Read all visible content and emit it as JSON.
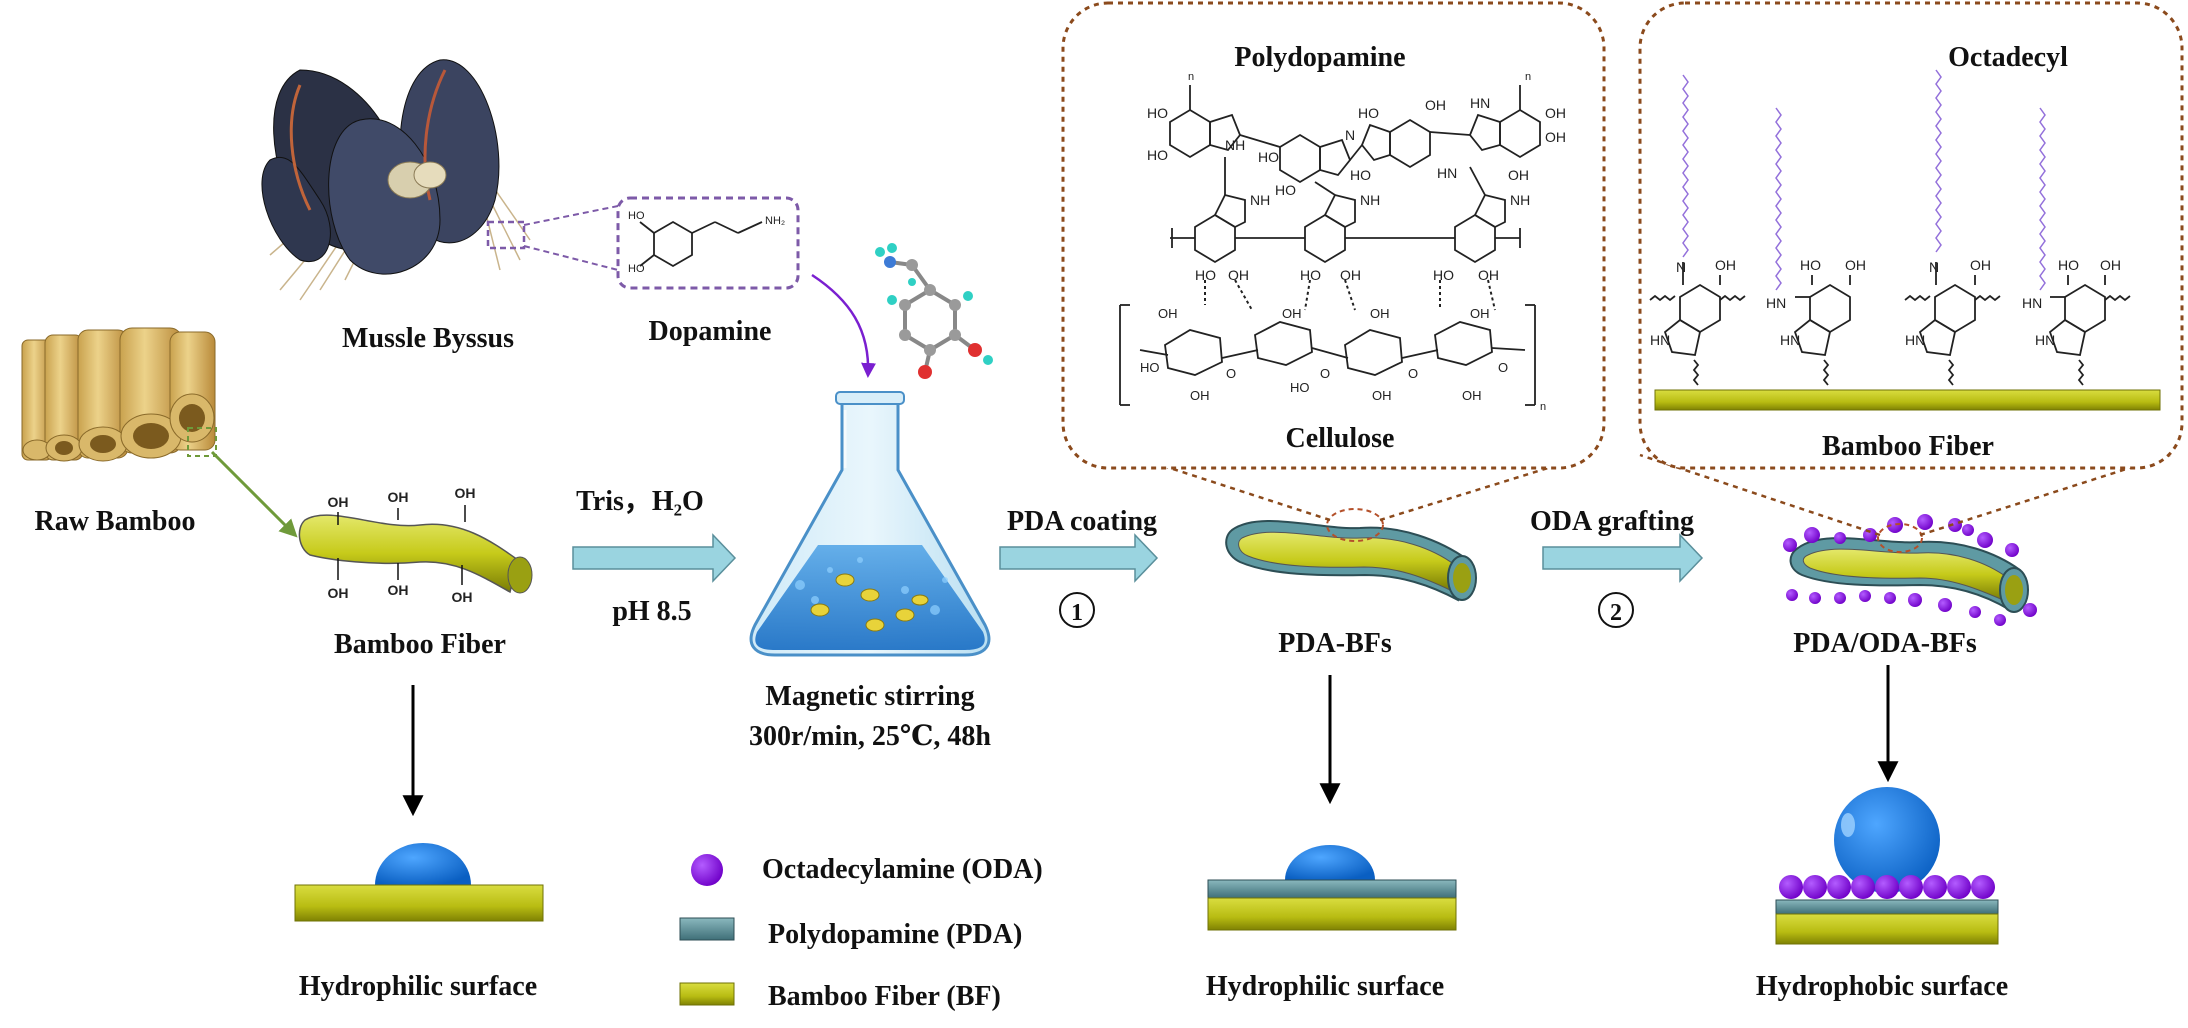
{
  "labels": {
    "raw_bamboo": "Raw Bamboo",
    "mussle_byssus": "Mussle Byssus",
    "dopamine": "Dopamine",
    "bamboo_fiber": "Bamboo Fiber",
    "tris_h2o": "Tris，H₂O",
    "ph": "pH 8.5",
    "magnetic_stirring": "Magnetic stirring",
    "stirring_conditions": "300r/min, 25℃, 48h",
    "pda_coating": "PDA coating",
    "step1": "1",
    "pda_bfs": "PDA-BFs",
    "oda_grafting": "ODA grafting",
    "step2": "2",
    "pda_oda_bfs": "PDA/ODA-BFs",
    "polydopamine": "Polydopamine",
    "cellulose": "Cellulose",
    "octadecyl": "Octadecyl",
    "bamboo_fiber_inset": "Bamboo Fiber",
    "hydrophilic_1": "Hydrophilic surface",
    "hydrophilic_2": "Hydrophilic surface",
    "hydrophobic": "Hydrophobic surface"
  },
  "legend": [
    {
      "label": "Octadecylamine (ODA)",
      "swatch": "oda-dot"
    },
    {
      "label": "Polydopamine (PDA)",
      "swatch": "pda-bar"
    },
    {
      "label": "Bamboo Fiber (BF)",
      "swatch": "bf-bar"
    }
  ],
  "chem": {
    "oh": "OH",
    "ho": "HO",
    "nh": "NH",
    "hn": "HN",
    "n": "N",
    "nh2": "NH₂",
    "o": "O",
    "sub_n": "n"
  },
  "colors": {
    "fiber": "#c8cc1a",
    "pda": "#5f9aa3",
    "oda": "#8a10e6",
    "water": "#1472d6",
    "arrow_fill": "#9ad4e0",
    "inset_border": "#8b4a1c",
    "dashed_purple": "#7d5aa8",
    "octadecyl_chain": "#9370db"
  }
}
